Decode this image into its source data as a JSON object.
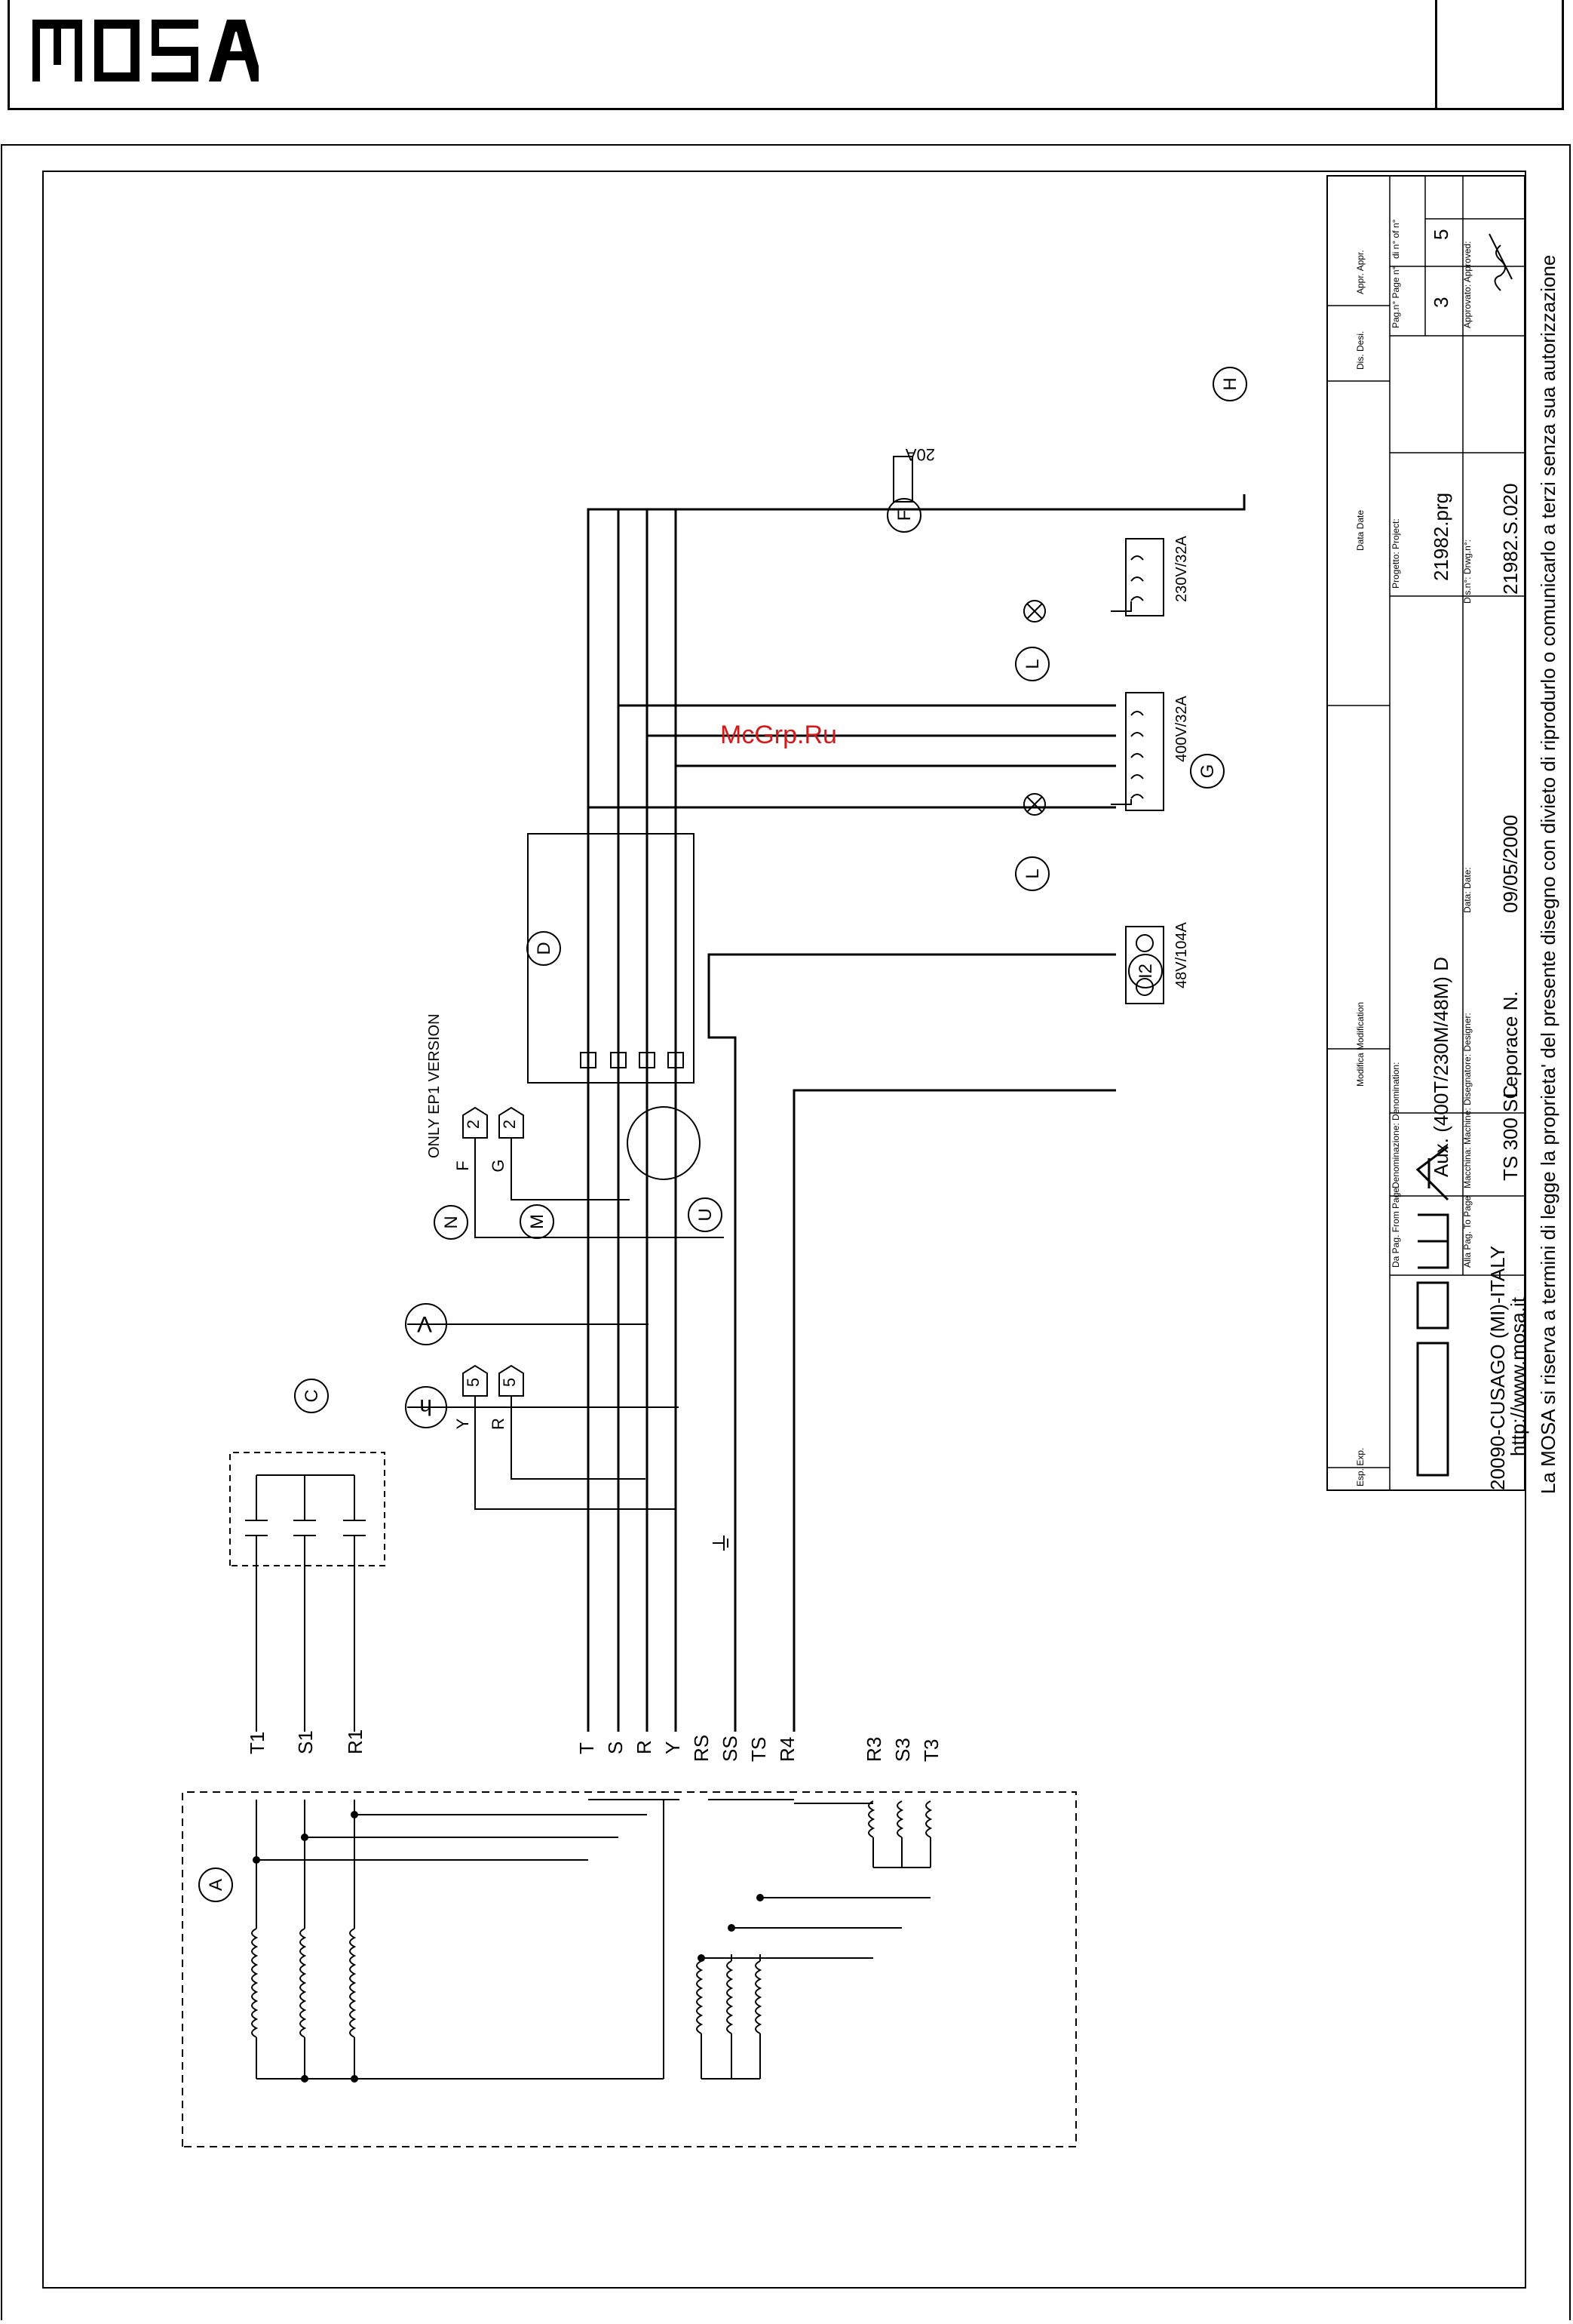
{
  "header": {
    "brand": "MOSA",
    "page_box": ""
  },
  "watermark": "McGrp.Ru",
  "schematic": {
    "components": {
      "A": "A",
      "C": "C",
      "D": "D",
      "F": "F",
      "G": "G",
      "H": "H",
      "I2": "I2",
      "L": "L",
      "M": "M",
      "N": "N",
      "U": "U"
    },
    "meters": {
      "voltmeter": "V",
      "hour_meter": "h"
    },
    "left_terminals": [
      "T1",
      "S1",
      "R1"
    ],
    "terminals": [
      "T",
      "S",
      "R",
      "Y",
      "RS",
      "SS",
      "TS",
      "R4",
      "R3",
      "S3",
      "T3"
    ],
    "connector_upper": {
      "note": "ONLY EP1 VERSION",
      "wire_f": "F",
      "wire_g": "G",
      "pin_f": "2",
      "pin_g": "2"
    },
    "connector_lower": {
      "wire_y": "Y",
      "wire_r": "R",
      "pin_y": "5",
      "pin_r": "5"
    },
    "fuse_rating": "20A",
    "sockets": {
      "h_rating": "230V/32A",
      "g_rating": "400V/32A",
      "i2_rating": "48V/104A"
    }
  },
  "title_block": {
    "esp_label": "Esp.\nExp.",
    "modifica_label": "Modifica\nModification",
    "data_label": "Data\nDate",
    "dis_label": "Dis.\nDesi.",
    "appr_label": "Appr.\nAppr.",
    "company": "20090-CUSAGO (MI)-ITALY",
    "website": "http://www.mosa.it",
    "logo": "MOSA",
    "from_page_label": "Da Pag.\nFrom Page",
    "to_page_label": "Alla Pag.\nTo Page",
    "denominazione_label": "Denominazione:\nDenomination:",
    "denominazione_value": "Aux. (400T/230M/48M) D",
    "macchina_label": "Macchina:\nMachine:",
    "macchina_value": "TS 300 SC",
    "progetto_label": "Progetto:\nProject:",
    "progetto_value": "21982.prg",
    "page_no_label": "Pag.n°\nPage n°",
    "page_no_value": "3",
    "of_label": "di n°\nof n°",
    "of_value": "5",
    "disegnatore_label": "Disegnatore:\nDesigner:",
    "disegnatore_value": "Leporace N.",
    "date_label": "Data:\nDate:",
    "date_value": "09/05/2000",
    "dwg_label": "Dis.n°:\nDrwg.n°:",
    "dwg_value": "21982.S.020",
    "approved_label": "Approvato:\nApproved:",
    "copyright": "La MOSA si riserva a termini di legge la proprieta' del presente disegno con divieto di riprodurlo o comunicarlo a terzi senza sua autorizzazione"
  }
}
